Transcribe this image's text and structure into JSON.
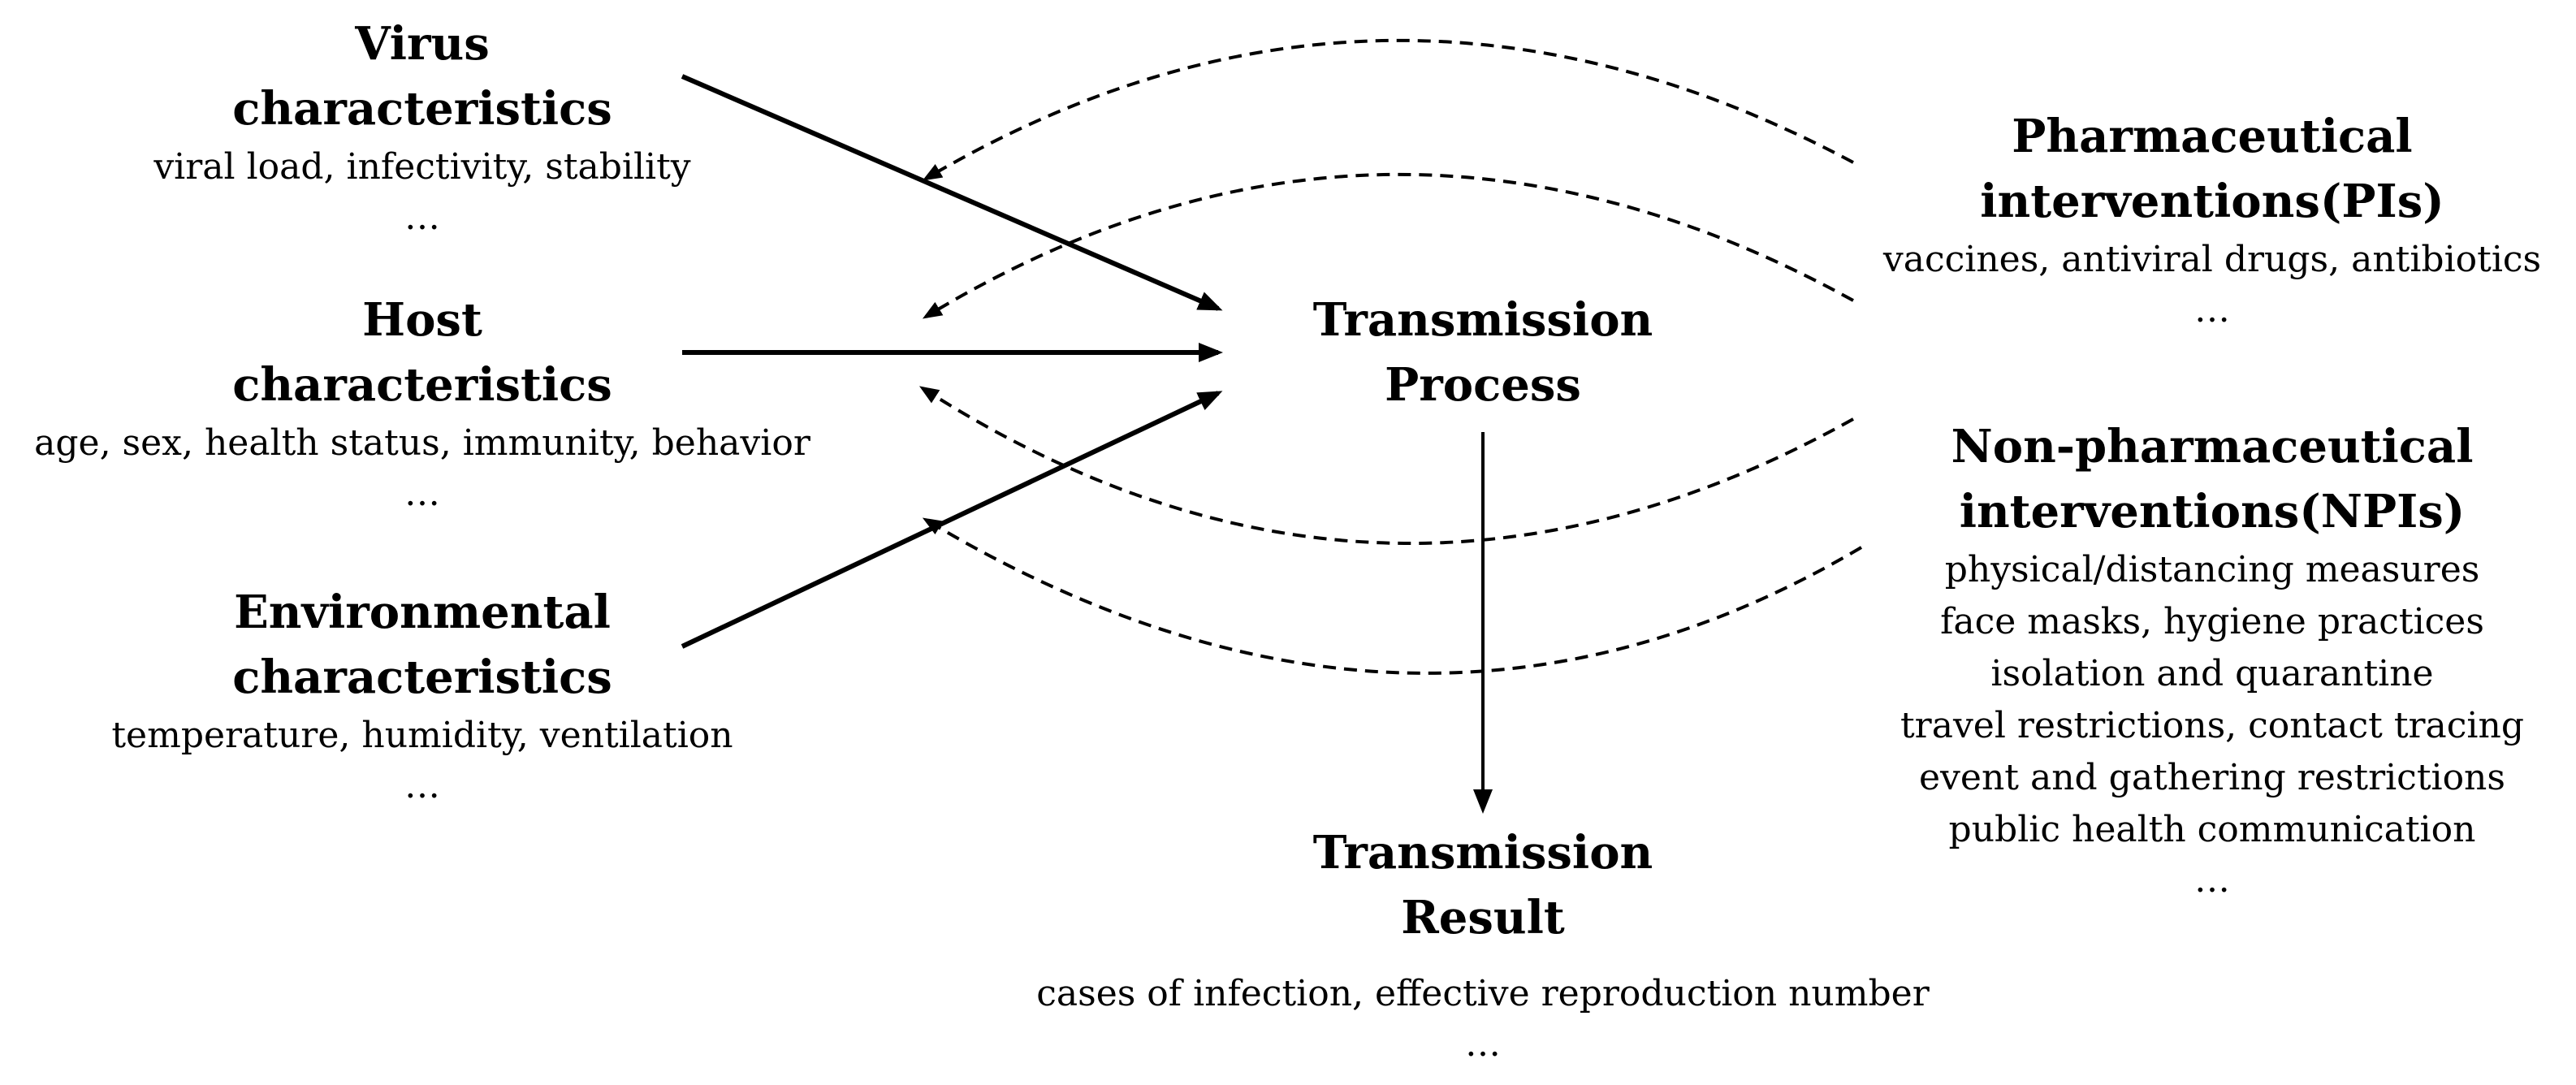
{
  "virus": {
    "title_line1": "Virus",
    "title_line2": "characteristics",
    "detail": "viral load, infectivity, stability",
    "ellipsis": "…"
  },
  "host": {
    "title_line1": "Host",
    "title_line2": "characteristics",
    "detail": "age, sex, health status, immunity, behavior",
    "ellipsis": "…"
  },
  "environment": {
    "title_line1": "Environmental",
    "title_line2": "characteristics",
    "detail": "temperature, humidity, ventilation",
    "ellipsis": "…"
  },
  "process": {
    "title_line1": "Transmission",
    "title_line2": "Process"
  },
  "result": {
    "title_line1": "Transmission",
    "title_line2": "Result",
    "detail": "cases of infection, effective reproduction number",
    "ellipsis": "…"
  },
  "pis": {
    "title_line1": "Pharmaceutical",
    "title_line2": "interventions(PIs)",
    "detail": "vaccines, antiviral drugs, antibiotics",
    "ellipsis": "…"
  },
  "npis": {
    "title_line1": "Non-pharmaceutical",
    "title_line2": "interventions(NPIs)",
    "measures": [
      "physical/distancing measures",
      "face masks, hygiene practices",
      "isolation and quarantine",
      "travel restrictions, contact tracing",
      "event and gathering restrictions",
      "public health communication"
    ],
    "ellipsis": "…"
  }
}
